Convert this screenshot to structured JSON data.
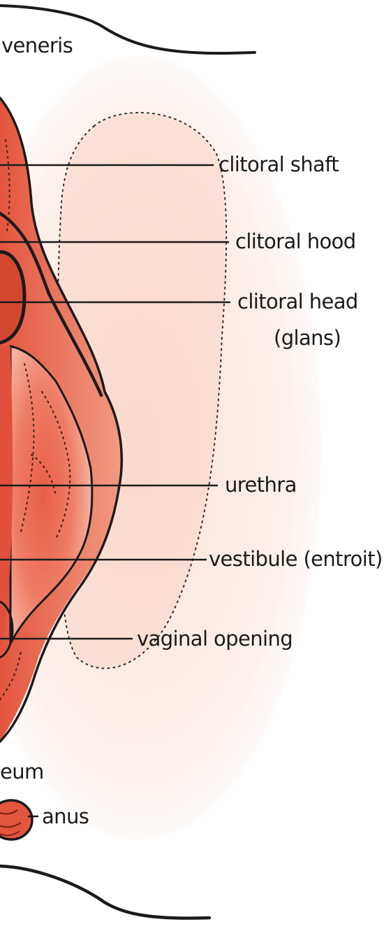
{
  "labels": {
    "mons_fragment": "veneris",
    "clitoral_shaft": "clitoral shaft",
    "clitoral_hood": "clitoral hood",
    "clitoral_head": "clitoral head",
    "clitoral_head_sub": "(glans)",
    "urethra": "urethra",
    "vestibule": "vestibule (entroit)",
    "vaginal_opening": "vaginal opening",
    "perineum_fragment": "eum",
    "anus": "anus"
  },
  "colors": {
    "outline": "#1b1b1b",
    "tissue_dark": "#e2553f",
    "tissue_mid": "#ee8a72",
    "tissue_light": "#f7b9a4",
    "skin_blush": "#fbe0d6"
  }
}
